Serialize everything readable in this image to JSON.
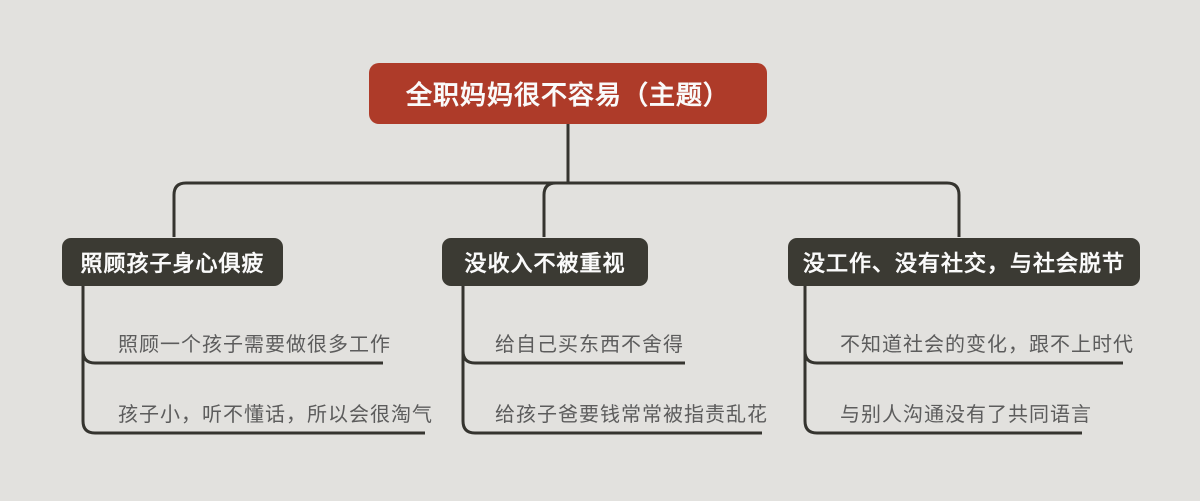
{
  "colors": {
    "background": "#e2e1de",
    "root_fill": "#ae3b29",
    "branch_fill": "#3b3a33",
    "node_text": "#fafafa",
    "leaf_text": "#5c5c5c",
    "line": "#35342f"
  },
  "mindmap": {
    "root": {
      "label": "全职妈妈很不容易（主题）"
    },
    "branches": [
      {
        "label": "照顾孩子身心俱疲",
        "leaves": [
          "照顾一个孩子需要做很多工作",
          "孩子小，听不懂话，所以会很淘气"
        ]
      },
      {
        "label": "没收入不被重视",
        "leaves": [
          "给自己买东西不舍得",
          "给孩子爸要钱常常被指责乱花"
        ]
      },
      {
        "label": "没工作、没有社交，与社会脱节",
        "leaves": [
          "不知道社会的变化，跟不上时代",
          "与别人沟通没有了共同语言"
        ]
      }
    ]
  }
}
